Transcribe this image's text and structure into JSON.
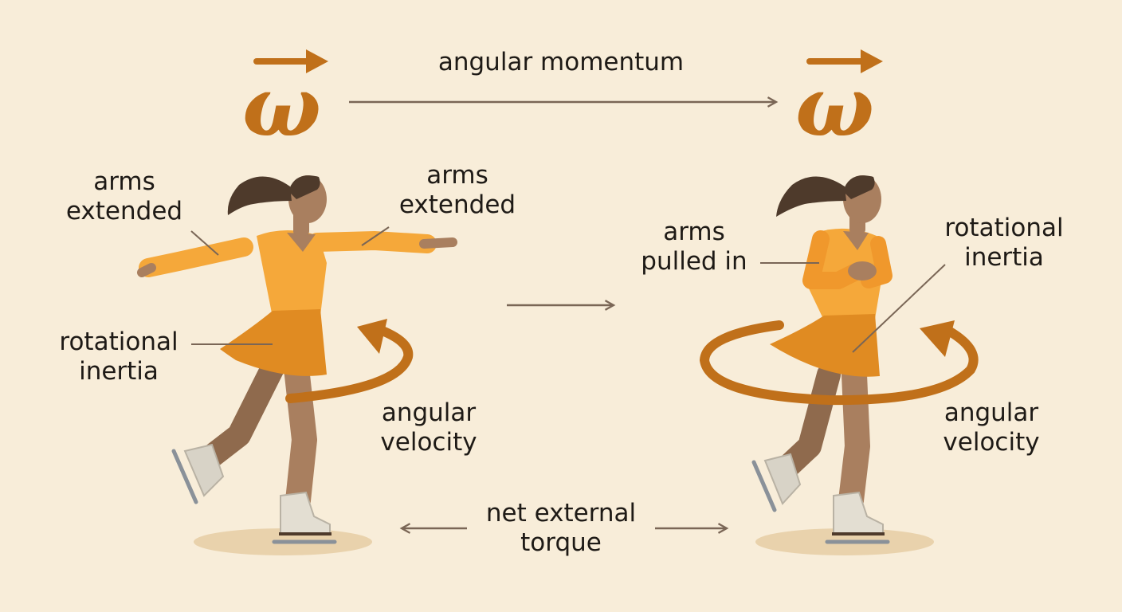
{
  "colors": {
    "background": "#f8edd9",
    "accent": "#c0701a",
    "top": "#f5a83a",
    "skirt": "#e08b22",
    "skin": "#a97f5f",
    "hair": "#4e3a2b",
    "boot": "#d8d3c7",
    "text": "#1e1a16",
    "line": "#7a6656"
  },
  "header": {
    "symbol_left": "ω",
    "title": "angular momentum",
    "symbol_right": "ω"
  },
  "left": {
    "arms_left": [
      "arms",
      "extended"
    ],
    "arms_right": [
      "arms",
      "extended"
    ],
    "inertia": [
      "rotational",
      "inertia"
    ],
    "velocity": [
      "angular",
      "velocity"
    ]
  },
  "right": {
    "arms": [
      "arms",
      "pulled in"
    ],
    "inertia": [
      "rotational",
      "inertia"
    ],
    "velocity": [
      "angular",
      "velocity"
    ]
  },
  "footer": {
    "torque": [
      "net external",
      "torque"
    ]
  }
}
